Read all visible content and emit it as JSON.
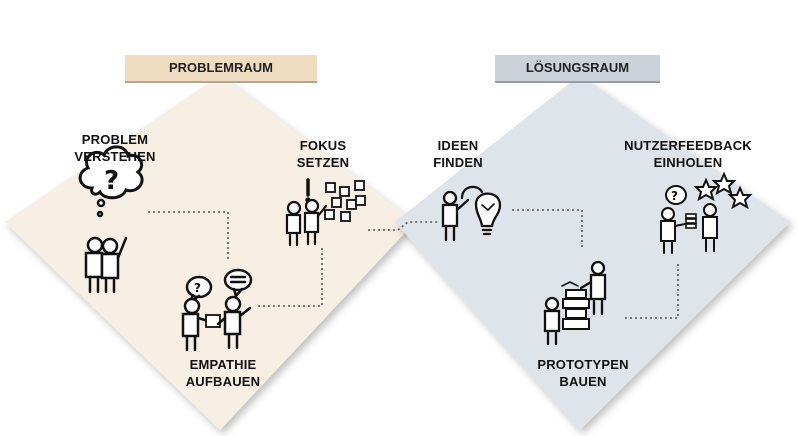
{
  "colors": {
    "problem_fill": "#f7efe4",
    "solution_fill": "#dfe3ea",
    "problem_header": "#f0dcc1",
    "solution_header": "#cdd2da",
    "ink": "#111111",
    "dots": "#555555"
  },
  "headers": {
    "problem": "PROBLEMRAUM",
    "solution": "LÖSUNGSRAUM"
  },
  "steps": {
    "problem_understand": {
      "line1": "PROBLEM",
      "line2": "VERSTEHEN",
      "icon": "thought-bubble-question-icon"
    },
    "empathy": {
      "line1": "EMPATHIE",
      "line2": "AUFBAUEN",
      "icon": "conversation-people-icon"
    },
    "focus": {
      "line1": "FOKUS",
      "line2": "SETZEN",
      "icon": "sticky-notes-people-icon"
    },
    "ideas": {
      "line1": "IDEEN",
      "line2": "FINDEN",
      "icon": "lightbulb-person-icon"
    },
    "prototype": {
      "line1": "PROTOTYPEN",
      "line2": "BAUEN",
      "icon": "building-blocks-people-icon"
    },
    "feedback": {
      "line1": "NUTZERFEEDBACK",
      "line2": "EINHOLEN",
      "icon": "feedback-stars-people-icon"
    }
  }
}
